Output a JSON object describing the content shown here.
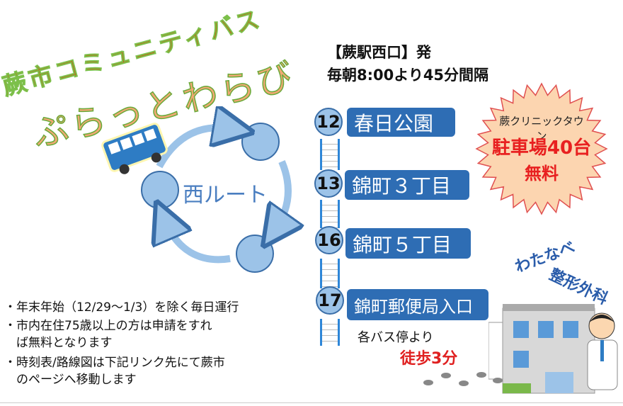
{
  "title": {
    "line1": "蕨市コミュニティバス",
    "line2": "ぷらっとわらび"
  },
  "route": {
    "name": "西ルート"
  },
  "departure": {
    "line1": "【蕨駅西口】発",
    "line2": "毎朝8:00より45分間隔"
  },
  "stops": [
    {
      "number": "12",
      "name": "春日公園"
    },
    {
      "number": "13",
      "name": "錦町３丁目"
    },
    {
      "number": "16",
      "name": "錦町５丁目"
    },
    {
      "number": "17",
      "name": "錦町郵便局入口"
    }
  ],
  "parking": {
    "place": "蕨クリニックタウン",
    "line1": "駐車場40台",
    "line2": "無料"
  },
  "clinic": {
    "line1": "わたなべ",
    "line2": "整形外科"
  },
  "walk": {
    "line1": "各バス停より",
    "line2": "徒歩3分"
  },
  "notes": [
    "・年末年始（12/29～1/3）を除く毎日運行",
    "・市内在住75歳以上の方は申請をすれ",
    "　ば無料となります",
    "・時刻表/路線図は下記リンク先にて蕨市",
    "　のページへ移動します"
  ],
  "colors": {
    "stop_box": "#2e6db4",
    "accent_red": "#e82020",
    "route_blue": "#4a7ec0"
  }
}
